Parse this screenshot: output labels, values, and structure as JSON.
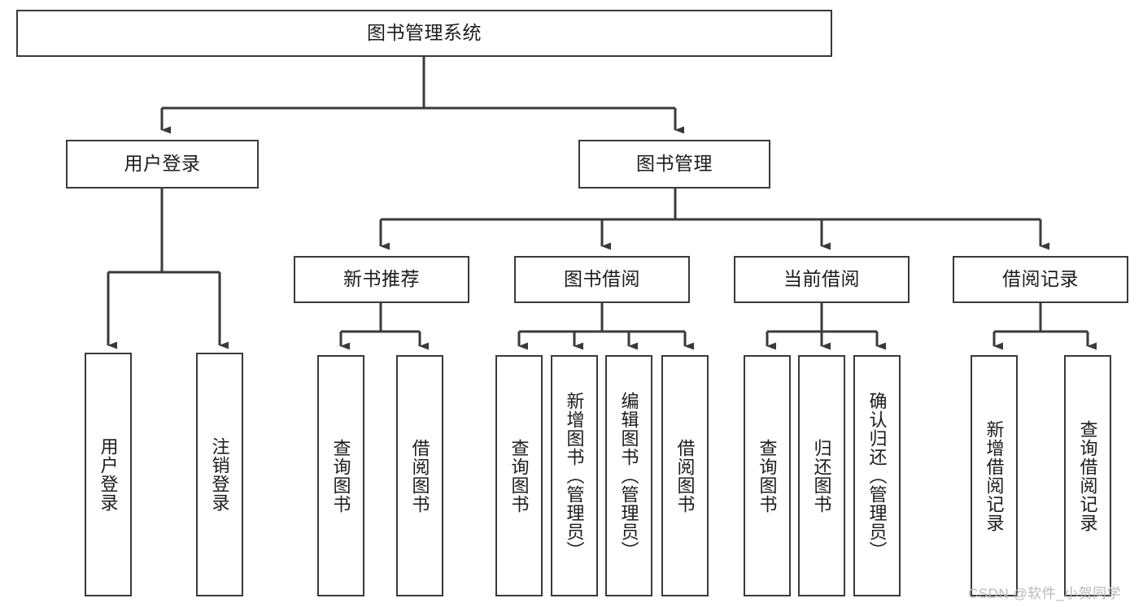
{
  "diagram": {
    "type": "tree-hierarchy-chart",
    "title": "图书管理系统",
    "background_color": "#ffffff",
    "line_color": "#3a3a3a",
    "text_color": "#1c1c1c",
    "root": {
      "label": "图书管理系统",
      "orientation": "horizontal"
    },
    "level2": [
      {
        "label": "用户登录",
        "orientation": "horizontal"
      },
      {
        "label": "图书管理",
        "orientation": "horizontal"
      }
    ],
    "level3": [
      {
        "label": "新书推荐",
        "orientation": "horizontal"
      },
      {
        "label": "图书借阅",
        "orientation": "horizontal"
      },
      {
        "label": "当前借阅",
        "orientation": "horizontal"
      },
      {
        "label": "借阅记录",
        "orientation": "horizontal"
      }
    ],
    "leaves": {
      "user_login": [
        {
          "label": "用户登录",
          "orientation": "vertical"
        },
        {
          "label": "注销登录",
          "orientation": "vertical"
        }
      ],
      "new_book_recommend": [
        {
          "label": "查询图书",
          "orientation": "vertical"
        },
        {
          "label": "借阅图书",
          "orientation": "vertical"
        }
      ],
      "book_borrow": [
        {
          "label": "查询图书",
          "orientation": "vertical"
        },
        {
          "label": "新增图书（管理员）",
          "orientation": "vertical"
        },
        {
          "label": "编辑图书（管理员）",
          "orientation": "vertical"
        },
        {
          "label": "借阅图书",
          "orientation": "vertical"
        }
      ],
      "current_borrow": [
        {
          "label": "查询图书",
          "orientation": "vertical"
        },
        {
          "label": "归还图书",
          "orientation": "vertical"
        },
        {
          "label": "确认归还（管理员）",
          "orientation": "vertical"
        }
      ],
      "borrow_record": [
        {
          "label": "新增借阅记录",
          "orientation": "vertical"
        },
        {
          "label": "查询借阅记录",
          "orientation": "vertical"
        }
      ]
    },
    "watermark": "CSDN @软件_小贺同学"
  }
}
